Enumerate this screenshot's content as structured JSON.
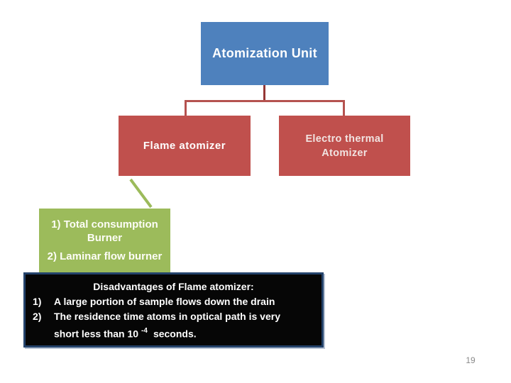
{
  "diagram": {
    "root": {
      "label": "Atomization Unit"
    },
    "flame": {
      "label": "Flame atomizer"
    },
    "electro": {
      "line1": "Electro thermal",
      "line2": "Atomizer"
    },
    "burner_types": {
      "item1_line1": "1) Total consumption",
      "item1_line2": "Burner",
      "item2": "2) Laminar flow burner"
    }
  },
  "disadvantages": {
    "title": "Disadvantages of Flame atomizer:",
    "item1": {
      "marker": "1)",
      "text": "A large portion of sample flows down the drain"
    },
    "item2": {
      "marker": "2)",
      "line1": "The residence time  atoms in optical path is very",
      "line2_pre": "short less than 10",
      "sup": "-4",
      "line2_post": "seconds."
    }
  },
  "footer": {
    "page_number": "19"
  },
  "colors": {
    "root_fill": "#4e81bd",
    "child_fill": "#c0504d",
    "burner_fill": "#9cbb5b",
    "connector": "#b5524f",
    "root_stub": "#953735",
    "disadv_fill": "#060606",
    "disadv_border": "#24436b",
    "page_number": "#898989"
  }
}
